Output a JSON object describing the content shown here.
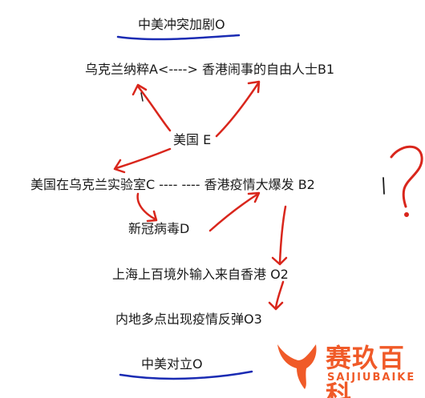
{
  "nodes": {
    "o_title": "中美冲突加剧O",
    "a_b1": "乌克兰纳粹A<----> 香港闹事的自由人士B1",
    "e": "美国 E",
    "c_b2": "美国在乌克兰实验室C ----    ----  香港疫情大爆发 B2",
    "d": "新冠病毒D",
    "o2": "上海上百境外输入来自香港 O2",
    "o3": "内地多点出现疫情反弹O3",
    "o_bottom": "中美对立O"
  },
  "annotation": {
    "question": "?"
  },
  "watermark": {
    "cn": "赛玖百科",
    "en": "SAIJIUBAIKE"
  },
  "colors": {
    "arrow": "#d9261c",
    "underline": "#1a2bb3",
    "text": "#1a1a1a",
    "watermark": "#f05a28"
  }
}
